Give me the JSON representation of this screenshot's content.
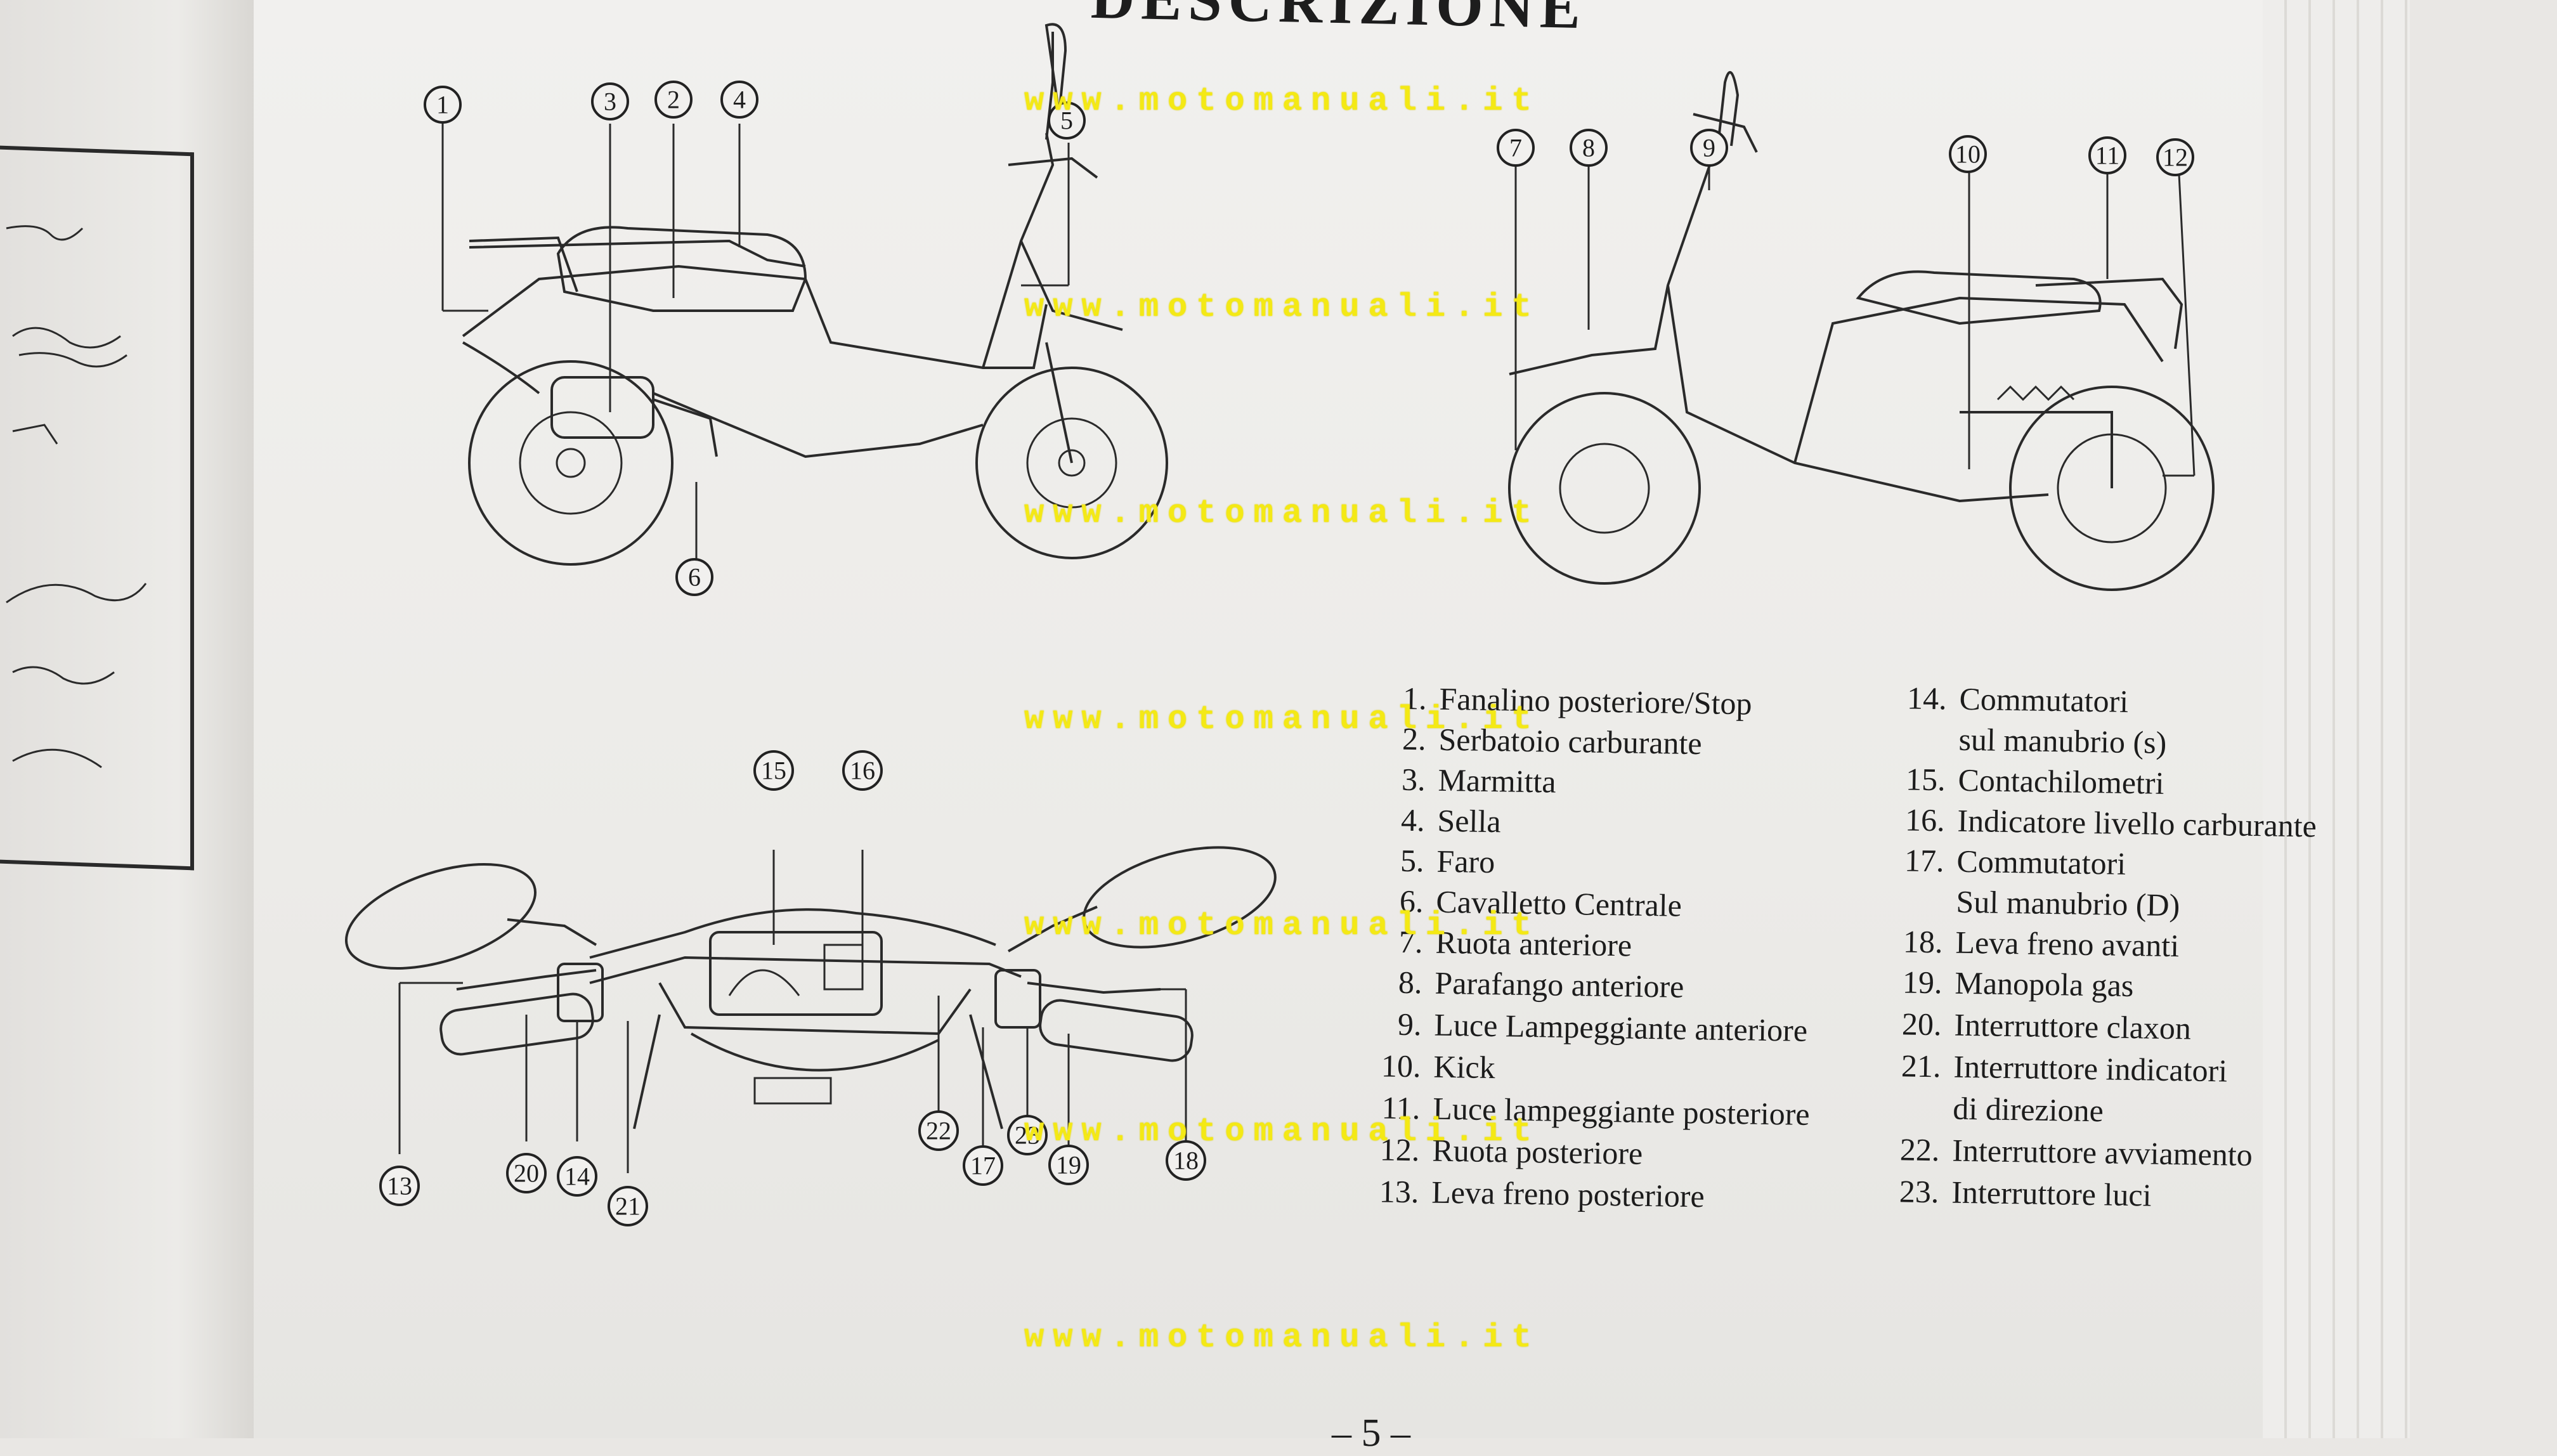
{
  "title": "DESCRIZIONE",
  "callouts": {
    "left_view": [
      "1",
      "3",
      "2",
      "4",
      "5",
      "6"
    ],
    "right_view": [
      "7",
      "8",
      "9",
      "10",
      "11",
      "12"
    ],
    "handlebar_top": [
      "15",
      "16"
    ],
    "handlebar_bottom": [
      "13",
      "20",
      "14",
      "21",
      "22",
      "17",
      "23",
      "19",
      "18"
    ]
  },
  "legend_left": [
    {
      "num": "1.",
      "label": "Fanalino posteriore/Stop"
    },
    {
      "num": "2.",
      "label": "Serbatoio carburante"
    },
    {
      "num": "3.",
      "label": "Marmitta"
    },
    {
      "num": "4.",
      "label": "Sella"
    },
    {
      "num": "5.",
      "label": "Faro"
    },
    {
      "num": "6.",
      "label": "Cavalletto Centrale"
    },
    {
      "num": "7.",
      "label": "Ruota anteriore"
    },
    {
      "num": "8.",
      "label": "Parafango anteriore"
    },
    {
      "num": "9.",
      "label": "Luce Lampeggiante anteriore"
    },
    {
      "num": "10.",
      "label": "Kick"
    },
    {
      "num": "11.",
      "label": "Luce lampeggiante posteriore"
    },
    {
      "num": "12.",
      "label": "Ruota posteriore"
    },
    {
      "num": "13.",
      "label": "Leva freno posteriore"
    }
  ],
  "legend_right": [
    {
      "num": "14.",
      "label": "Commutatori"
    },
    {
      "num": "",
      "label": "sul manubrio (s)"
    },
    {
      "num": "15.",
      "label": "Contachilometri"
    },
    {
      "num": "16.",
      "label": "Indicatore livello carburante"
    },
    {
      "num": "17.",
      "label": "Commutatori"
    },
    {
      "num": "",
      "label": "Sul manubrio (D)"
    },
    {
      "num": "18.",
      "label": "Leva freno avanti"
    },
    {
      "num": "19.",
      "label": "Manopola gas"
    },
    {
      "num": "20.",
      "label": "Interruttore claxon"
    },
    {
      "num": "21.",
      "label": "Interruttore indicatori"
    },
    {
      "num": "",
      "label": "di direzione"
    },
    {
      "num": "22.",
      "label": "Interruttore avviamento"
    },
    {
      "num": "23.",
      "label": "Interruttore luci"
    }
  ],
  "watermark": "www.motomanuali.it",
  "page_number": "– 5 –"
}
